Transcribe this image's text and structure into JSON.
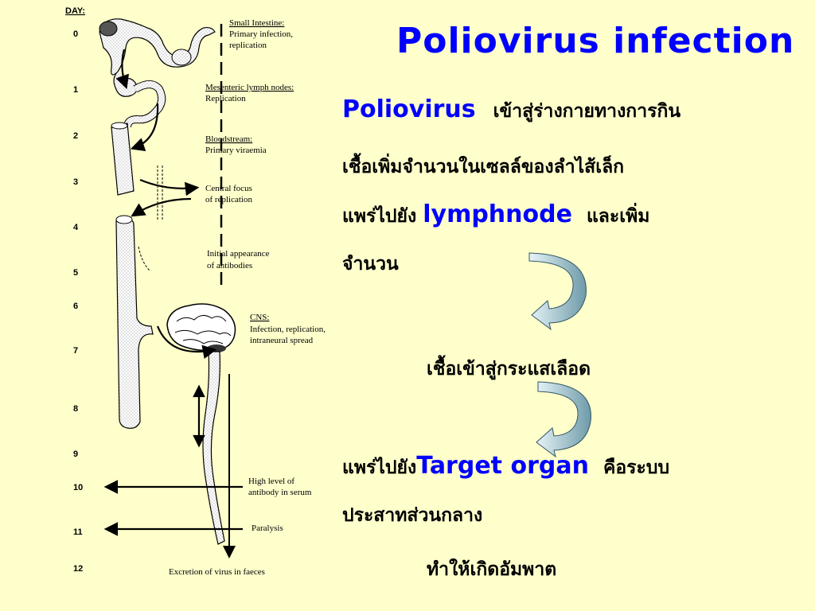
{
  "title": "Poliovirus infection",
  "day_header": "DAY:",
  "days": [
    "0",
    "1",
    "2",
    "3",
    "4",
    "5",
    "6",
    "7",
    "8",
    "9",
    "10",
    "11",
    "12"
  ],
  "annotations": {
    "small_intestine": {
      "title": "Small Intestine:",
      "line1": "Primary infection,",
      "line2": "replication"
    },
    "mesenteric": {
      "title": "Mesenteric lymph nodes:",
      "line1": "Replication"
    },
    "bloodstream": {
      "title": "Bloodstream:",
      "line1": "Primary viraemia"
    },
    "central": {
      "line1": "Central focus",
      "line2": "of replication"
    },
    "antibodies": {
      "line1": "Initial appearance",
      "line2": "of antibodies"
    },
    "cns": {
      "title": "CNS:",
      "line1": "Infection, replication,",
      "line2": "intraneural spread"
    },
    "high_antibody": {
      "line1": "High level of",
      "line2": "antibody in serum"
    },
    "paralysis": "Paralysis",
    "excretion": "Excretion of virus in faeces"
  },
  "text": {
    "line1_en": "Poliovirus",
    "line1_th": "เข้าสู่ร่างกายทางการกิน",
    "line2": "เชื้อเพิ่มจำนวนในเซลล์ของลำไส้เล็ก",
    "line3_a": "แพร่ไปยัง",
    "line3_en": "lymphnode",
    "line3_b": "และเพิ่ม",
    "line4": "จำนวน",
    "line5": "เชื้อเข้าสู่กระแสเลือด",
    "line6_a": "แพร่ไปยัง",
    "line6_en": "Target organ",
    "line6_b": "คือระบบ",
    "line7": "ประสาทส่วนกลาง",
    "line8": "ทำให้เกิดอัมพาต"
  },
  "colors": {
    "background": "#ffffcc",
    "title": "#0000ff",
    "arrow_fill_top": "#cfe8f0",
    "arrow_fill_bottom": "#6e9fb0"
  }
}
